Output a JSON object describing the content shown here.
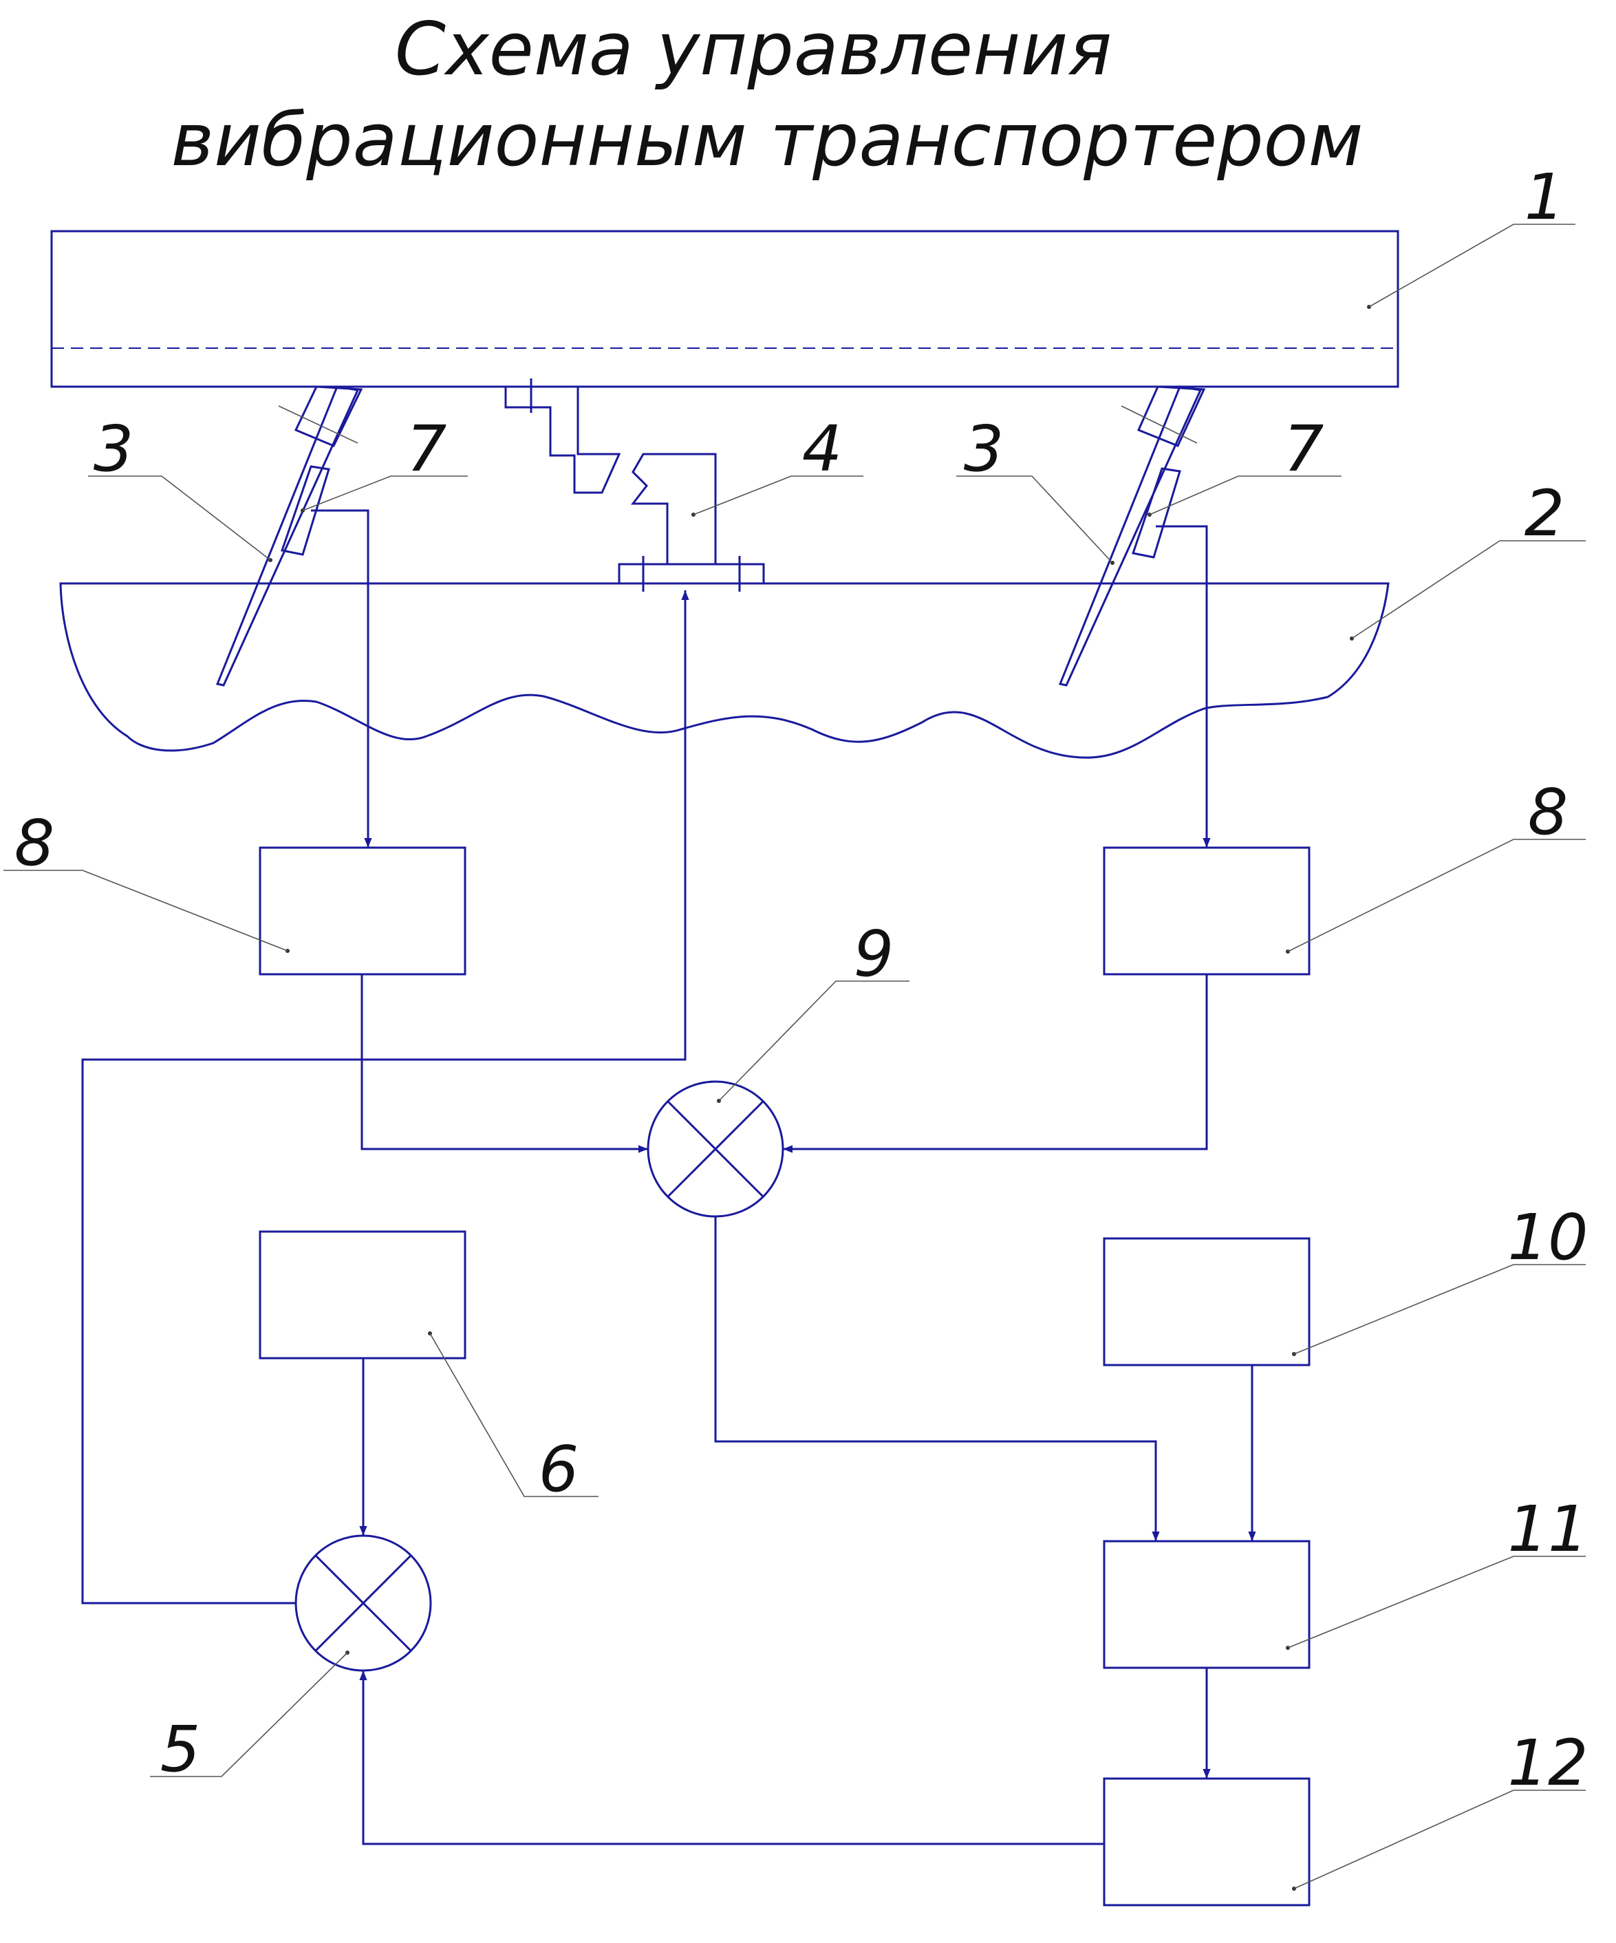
{
  "title": {
    "line1": "Схема управления",
    "line2": "вибрационным транспортером"
  },
  "labels": {
    "n1": "1",
    "n2": "2",
    "n3_left": "3",
    "n3_right": "3",
    "n4": "4",
    "n5": "5",
    "n6": "6",
    "n7_left": "7",
    "n7_right": "7",
    "n8_left": "8",
    "n8_right": "8",
    "n9": "9",
    "n10": "10",
    "n11": "11",
    "n12": "12"
  },
  "colors": {
    "line": "#1a1a9c",
    "leader": "#555555",
    "text": "#111111"
  }
}
